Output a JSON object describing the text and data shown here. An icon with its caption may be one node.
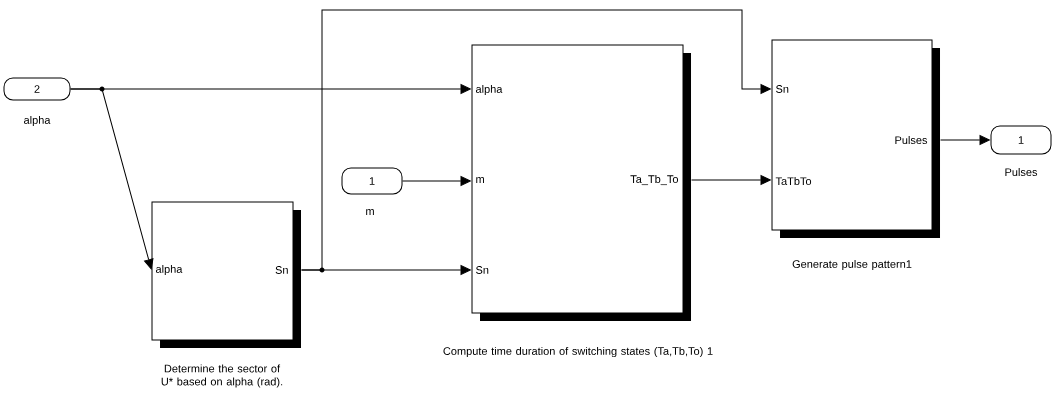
{
  "diagram": {
    "nodes": [
      {
        "text": [
          "2"
        ],
        "beside": [
          "alpha"
        ]
      },
      {
        "text": [
          "1"
        ],
        "beside": [
          "m"
        ]
      },
      {
        "text": [
          "alpha",
          "Sn"
        ],
        "beside": [
          "Determine the sector of U* based on alpha (rad)."
        ]
      },
      {
        "text": [
          "alpha",
          "m",
          "Sn",
          "Ta_Tb_To"
        ],
        "beside": [
          "Compute time duration of switching states (Ta,Tb,To) 1"
        ]
      },
      {
        "text": [
          "Sn",
          "TaTbTo",
          "Pulses"
        ],
        "beside": [
          "Generate pulse pattern1"
        ]
      },
      {
        "text": [
          "1"
        ],
        "beside": [
          "Pulses"
        ]
      }
    ],
    "edges": [
      {
        "from": 0,
        "to": 3,
        "arrow": "to"
      },
      {
        "from": 0,
        "to": 2,
        "arrow": "to"
      },
      {
        "from": 1,
        "to": 3,
        "arrow": "to"
      },
      {
        "from": 2,
        "to": 3,
        "arrow": "to"
      },
      {
        "from": 2,
        "to": 4,
        "arrow": "to"
      },
      {
        "from": 3,
        "to": 4,
        "arrow": "to"
      },
      {
        "from": 4,
        "to": 5,
        "arrow": "to"
      }
    ]
  }
}
